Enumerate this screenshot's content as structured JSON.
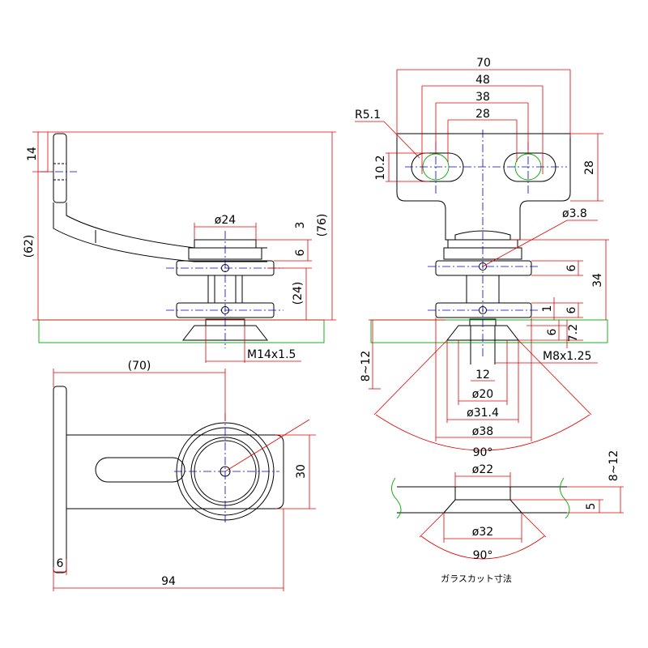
{
  "colors": {
    "part_outline": "#000000",
    "dimension": "#e00000",
    "centerline": "#0000cc",
    "glass": "#00aa00"
  },
  "side_view": {
    "dim_14": "14",
    "dim_62": "(62)",
    "dim_76": "(76)",
    "dim_24": "(24)",
    "dim_3": "3",
    "dim_6": "6",
    "dia_24": "ø24",
    "thread": "M14x1.5"
  },
  "front_view": {
    "dim_70": "70",
    "dim_48": "48",
    "dim_38": "38",
    "dim_28": "28",
    "radius": "R5.1",
    "slot_height": "10.2",
    "dim_28_right": "28",
    "dia_3_8": "ø3.8",
    "dim_6_a": "6",
    "dim_34": "34",
    "dim_1": "1",
    "dim_6_b": "6",
    "dim_6_c": "6",
    "dim_7_2": "7.2",
    "dim_8_12": "8~12",
    "thread": "M8x1.25",
    "dim_12": "12",
    "dia_20": "ø20",
    "dia_31_4": "ø31.4",
    "dia_38": "ø38",
    "angle": "90°"
  },
  "top_view": {
    "dim_70": "(70)",
    "dim_30": "30",
    "dim_6": "6",
    "dim_94": "94"
  },
  "glass_cut": {
    "dia_22": "ø22",
    "dim_5": "5",
    "dim_8_12": "8~12",
    "dia_32": "ø32",
    "angle": "90°",
    "caption": "ガラスカット寸法"
  }
}
